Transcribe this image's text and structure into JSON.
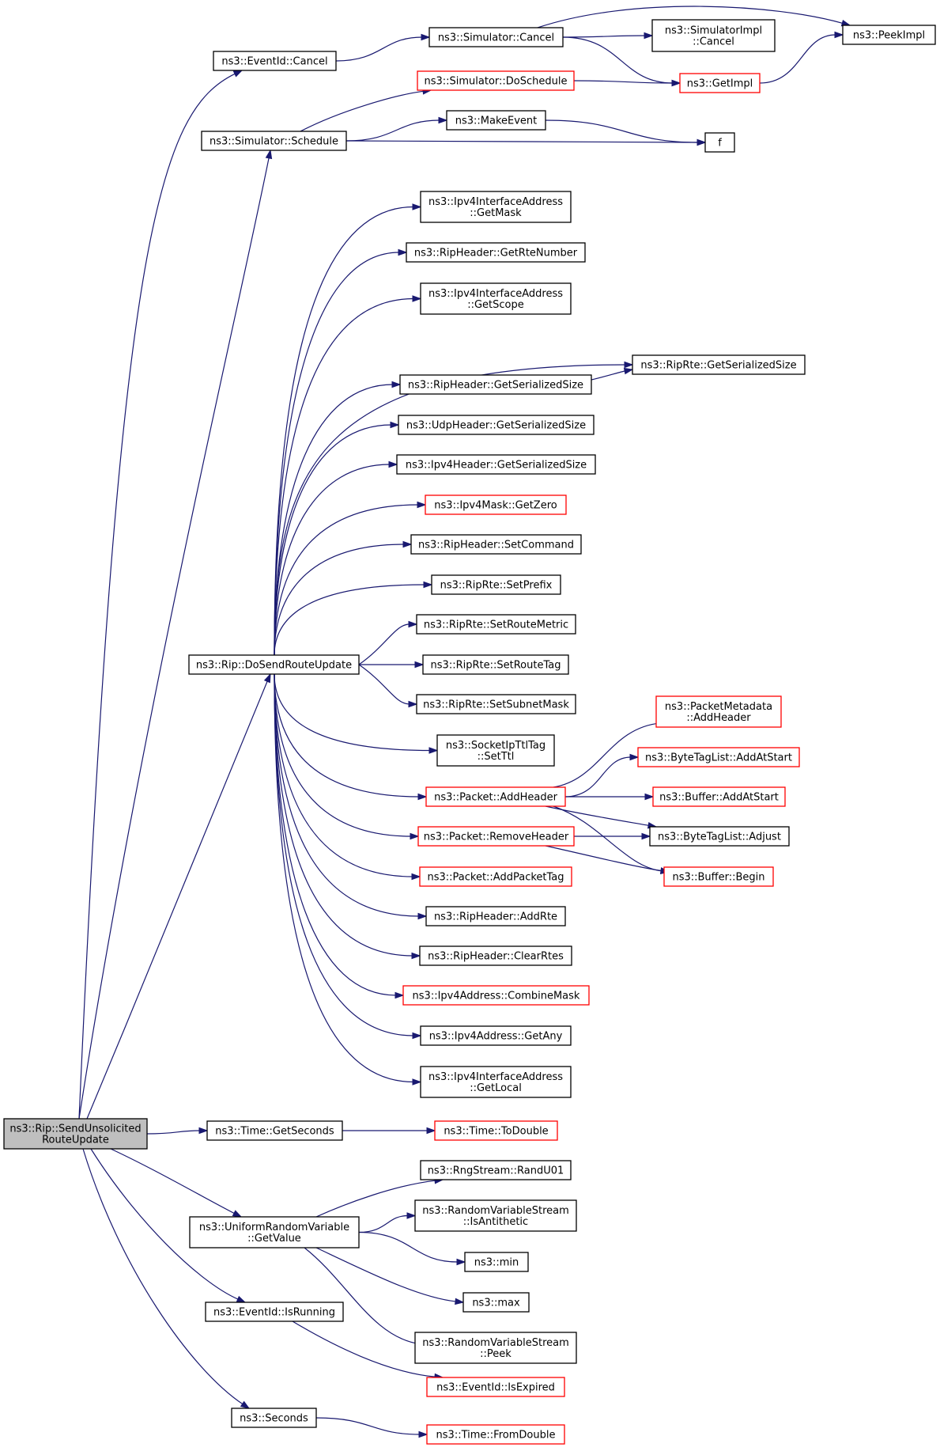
{
  "colors": {
    "edge": "#191970",
    "node_border": "#000000",
    "node_border_truncated": "#ff0000",
    "root_fill": "#bfbfbf",
    "node_fill": "#ffffff"
  },
  "nodes": [
    {
      "id": "root",
      "lines": [
        "ns3::Rip::SendUnsolicited",
        "RouteUpdate"
      ],
      "style": "root"
    },
    {
      "id": "eventid_cancel",
      "lines": [
        "ns3::EventId::Cancel"
      ],
      "style": "normal"
    },
    {
      "id": "sim_cancel",
      "lines": [
        "ns3::Simulator::Cancel"
      ],
      "style": "normal"
    },
    {
      "id": "simimpl_cancel",
      "lines": [
        "ns3::SimulatorImpl",
        "::Cancel"
      ],
      "style": "normal"
    },
    {
      "id": "peekimpl",
      "lines": [
        "ns3::PeekImpl"
      ],
      "style": "normal"
    },
    {
      "id": "getimpl",
      "lines": [
        "ns3::GetImpl"
      ],
      "style": "truncated"
    },
    {
      "id": "sim_doschedule",
      "lines": [
        "ns3::Simulator::DoSchedule"
      ],
      "style": "truncated"
    },
    {
      "id": "sim_schedule",
      "lines": [
        "ns3::Simulator::Schedule"
      ],
      "style": "normal"
    },
    {
      "id": "makeevent",
      "lines": [
        "ns3::MakeEvent"
      ],
      "style": "normal"
    },
    {
      "id": "f",
      "lines": [
        "f"
      ],
      "style": "normal"
    },
    {
      "id": "getmask",
      "lines": [
        "ns3::Ipv4InterfaceAddress",
        "::GetMask"
      ],
      "style": "normal"
    },
    {
      "id": "getrtenumber",
      "lines": [
        "ns3::RipHeader::GetRteNumber"
      ],
      "style": "normal"
    },
    {
      "id": "getscope",
      "lines": [
        "ns3::Ipv4InterfaceAddress",
        "::GetScope"
      ],
      "style": "normal"
    },
    {
      "id": "riprte_getser",
      "lines": [
        "ns3::RipRte::GetSerializedSize"
      ],
      "style": "normal"
    },
    {
      "id": "ripheader_getser",
      "lines": [
        "ns3::RipHeader::GetSerializedSize"
      ],
      "style": "normal"
    },
    {
      "id": "udp_getser",
      "lines": [
        "ns3::UdpHeader::GetSerializedSize"
      ],
      "style": "normal"
    },
    {
      "id": "ipv4h_getser",
      "lines": [
        "ns3::Ipv4Header::GetSerializedSize"
      ],
      "style": "normal"
    },
    {
      "id": "ipv4mask_getzero",
      "lines": [
        "ns3::Ipv4Mask::GetZero"
      ],
      "style": "truncated"
    },
    {
      "id": "setcommand",
      "lines": [
        "ns3::RipHeader::SetCommand"
      ],
      "style": "normal"
    },
    {
      "id": "setprefix",
      "lines": [
        "ns3::RipRte::SetPrefix"
      ],
      "style": "normal"
    },
    {
      "id": "setroutemetric",
      "lines": [
        "ns3::RipRte::SetRouteMetric"
      ],
      "style": "normal"
    },
    {
      "id": "dosendrouteupdate",
      "lines": [
        "ns3::Rip::DoSendRouteUpdate"
      ],
      "style": "normal"
    },
    {
      "id": "setroutetag",
      "lines": [
        "ns3::RipRte::SetRouteTag"
      ],
      "style": "normal"
    },
    {
      "id": "setsubnetmask",
      "lines": [
        "ns3::RipRte::SetSubnetMask"
      ],
      "style": "normal"
    },
    {
      "id": "setttl",
      "lines": [
        "ns3::SocketIpTtlTag",
        "::SetTtl"
      ],
      "style": "normal"
    },
    {
      "id": "pm_addheader",
      "lines": [
        "ns3::PacketMetadata",
        "::AddHeader"
      ],
      "style": "truncated"
    },
    {
      "id": "btl_addatstart",
      "lines": [
        "ns3::ByteTagList::AddAtStart"
      ],
      "style": "truncated"
    },
    {
      "id": "packet_addheader",
      "lines": [
        "ns3::Packet::AddHeader"
      ],
      "style": "truncated"
    },
    {
      "id": "buffer_addatstart",
      "lines": [
        "ns3::Buffer::AddAtStart"
      ],
      "style": "truncated"
    },
    {
      "id": "packet_removeheader",
      "lines": [
        "ns3::Packet::RemoveHeader"
      ],
      "style": "truncated"
    },
    {
      "id": "btl_adjust",
      "lines": [
        "ns3::ByteTagList::Adjust"
      ],
      "style": "normal"
    },
    {
      "id": "addpackettag",
      "lines": [
        "ns3::Packet::AddPacketTag"
      ],
      "style": "truncated"
    },
    {
      "id": "buffer_begin",
      "lines": [
        "ns3::Buffer::Begin"
      ],
      "style": "truncated"
    },
    {
      "id": "addrte",
      "lines": [
        "ns3::RipHeader::AddRte"
      ],
      "style": "normal"
    },
    {
      "id": "clearrtes",
      "lines": [
        "ns3::RipHeader::ClearRtes"
      ],
      "style": "normal"
    },
    {
      "id": "combinemask",
      "lines": [
        "ns3::Ipv4Address::CombineMask"
      ],
      "style": "truncated"
    },
    {
      "id": "getany",
      "lines": [
        "ns3::Ipv4Address::GetAny"
      ],
      "style": "normal"
    },
    {
      "id": "getlocal",
      "lines": [
        "ns3::Ipv4InterfaceAddress",
        "::GetLocal"
      ],
      "style": "normal"
    },
    {
      "id": "time_getseconds",
      "lines": [
        "ns3::Time::GetSeconds"
      ],
      "style": "normal"
    },
    {
      "id": "time_todouble",
      "lines": [
        "ns3::Time::ToDouble"
      ],
      "style": "truncated"
    },
    {
      "id": "randu01",
      "lines": [
        "ns3::RngStream::RandU01"
      ],
      "style": "normal"
    },
    {
      "id": "urv_getvalue",
      "lines": [
        "ns3::UniformRandomVariable",
        "::GetValue"
      ],
      "style": "normal"
    },
    {
      "id": "isantithetic",
      "lines": [
        "ns3::RandomVariableStream",
        "::IsAntithetic"
      ],
      "style": "normal"
    },
    {
      "id": "min",
      "lines": [
        "ns3::min"
      ],
      "style": "normal"
    },
    {
      "id": "max",
      "lines": [
        "ns3::max"
      ],
      "style": "normal"
    },
    {
      "id": "eventid_isrunning",
      "lines": [
        "ns3::EventId::IsRunning"
      ],
      "style": "normal"
    },
    {
      "id": "rvs_peek",
      "lines": [
        "ns3::RandomVariableStream",
        "::Peek"
      ],
      "style": "normal"
    },
    {
      "id": "eventid_isexpired",
      "lines": [
        "ns3::EventId::IsExpired"
      ],
      "style": "truncated"
    },
    {
      "id": "seconds",
      "lines": [
        "ns3::Seconds"
      ],
      "style": "normal"
    },
    {
      "id": "time_fromdouble",
      "lines": [
        "ns3::Time::FromDouble"
      ],
      "style": "truncated"
    }
  ],
  "edges": [
    [
      "root",
      "eventid_cancel"
    ],
    [
      "root",
      "sim_schedule"
    ],
    [
      "root",
      "dosendrouteupdate"
    ],
    [
      "root",
      "time_getseconds"
    ],
    [
      "root",
      "urv_getvalue"
    ],
    [
      "root",
      "eventid_isrunning"
    ],
    [
      "root",
      "seconds"
    ],
    [
      "eventid_cancel",
      "sim_cancel"
    ],
    [
      "sim_cancel",
      "simimpl_cancel"
    ],
    [
      "sim_cancel",
      "peekimpl"
    ],
    [
      "sim_cancel",
      "getimpl"
    ],
    [
      "getimpl",
      "peekimpl"
    ],
    [
      "sim_schedule",
      "sim_doschedule"
    ],
    [
      "sim_schedule",
      "makeevent"
    ],
    [
      "sim_schedule",
      "f"
    ],
    [
      "sim_doschedule",
      "getimpl"
    ],
    [
      "makeevent",
      "f"
    ],
    [
      "dosendrouteupdate",
      "getmask"
    ],
    [
      "dosendrouteupdate",
      "getrtenumber"
    ],
    [
      "dosendrouteupdate",
      "getscope"
    ],
    [
      "dosendrouteupdate",
      "riprte_getser"
    ],
    [
      "dosendrouteupdate",
      "ripheader_getser"
    ],
    [
      "dosendrouteupdate",
      "udp_getser"
    ],
    [
      "dosendrouteupdate",
      "ipv4h_getser"
    ],
    [
      "dosendrouteupdate",
      "ipv4mask_getzero"
    ],
    [
      "dosendrouteupdate",
      "setcommand"
    ],
    [
      "dosendrouteupdate",
      "setprefix"
    ],
    [
      "dosendrouteupdate",
      "setroutemetric"
    ],
    [
      "dosendrouteupdate",
      "setroutetag"
    ],
    [
      "dosendrouteupdate",
      "setsubnetmask"
    ],
    [
      "dosendrouteupdate",
      "setttl"
    ],
    [
      "dosendrouteupdate",
      "packet_addheader"
    ],
    [
      "dosendrouteupdate",
      "packet_removeheader"
    ],
    [
      "dosendrouteupdate",
      "addpackettag"
    ],
    [
      "dosendrouteupdate",
      "addrte"
    ],
    [
      "dosendrouteupdate",
      "clearrtes"
    ],
    [
      "dosendrouteupdate",
      "combinemask"
    ],
    [
      "dosendrouteupdate",
      "getany"
    ],
    [
      "dosendrouteupdate",
      "getlocal"
    ],
    [
      "ripheader_getser",
      "riprte_getser"
    ],
    [
      "packet_addheader",
      "pm_addheader"
    ],
    [
      "packet_addheader",
      "btl_addatstart"
    ],
    [
      "packet_addheader",
      "buffer_addatstart"
    ],
    [
      "packet_addheader",
      "btl_adjust"
    ],
    [
      "packet_addheader",
      "buffer_begin"
    ],
    [
      "packet_removeheader",
      "btl_adjust"
    ],
    [
      "packet_removeheader",
      "buffer_begin"
    ],
    [
      "time_getseconds",
      "time_todouble"
    ],
    [
      "urv_getvalue",
      "randu01"
    ],
    [
      "urv_getvalue",
      "isantithetic"
    ],
    [
      "urv_getvalue",
      "min"
    ],
    [
      "urv_getvalue",
      "max"
    ],
    [
      "urv_getvalue",
      "rvs_peek"
    ],
    [
      "eventid_isrunning",
      "eventid_isexpired"
    ],
    [
      "seconds",
      "time_fromdouble"
    ]
  ]
}
